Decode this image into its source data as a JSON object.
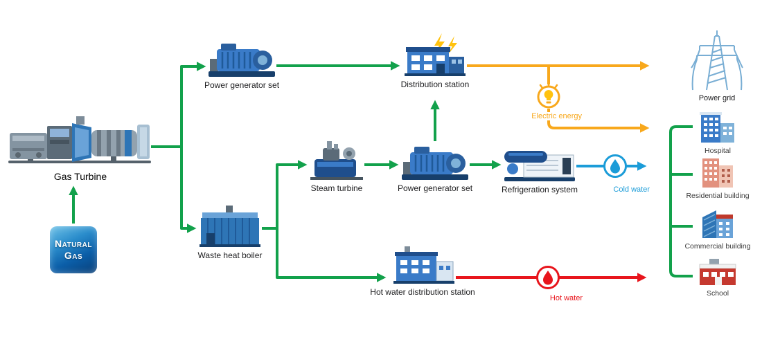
{
  "diagram": {
    "type": "energy-flow-diagram",
    "nodes": {
      "natural_gas": {
        "line1": "Natural",
        "line2": "Gas"
      },
      "gas_turbine": {
        "label": "Gas Turbine"
      },
      "power_generator_top": {
        "label": "Power generator set"
      },
      "distribution_station": {
        "label": "Distribution station"
      },
      "electric_energy": {
        "label": "Electric energy"
      },
      "power_grid": {
        "label": "Power grid"
      },
      "steam_turbine": {
        "label": "Steam turbine"
      },
      "power_generator_mid": {
        "label": "Power generator set"
      },
      "refrigeration_system": {
        "label": "Refrigeration system"
      },
      "cold_water": {
        "label": "Cold water"
      },
      "waste_heat_boiler": {
        "label": "Waste heat boiler"
      },
      "hot_water_station": {
        "label": "Hot water distribution station"
      },
      "hot_water": {
        "label": "Hot water"
      },
      "hospital": {
        "label": "Hospital"
      },
      "residential_building": {
        "label": "Residential building"
      },
      "commercial_building": {
        "label": "Commercial building"
      },
      "school": {
        "label": "School"
      }
    },
    "colors": {
      "gas_steam_flow": "#12a14b",
      "electric_flow": "#f8a81c",
      "cold_water_flow": "#1b9cd8",
      "hot_water_flow": "#e8151c",
      "label_text": "#1d1d1f"
    },
    "icons": {
      "electric_energy": "light-bulb-icon",
      "cold_water": "water-drop-icon",
      "hot_water": "water-drop-icon"
    }
  }
}
